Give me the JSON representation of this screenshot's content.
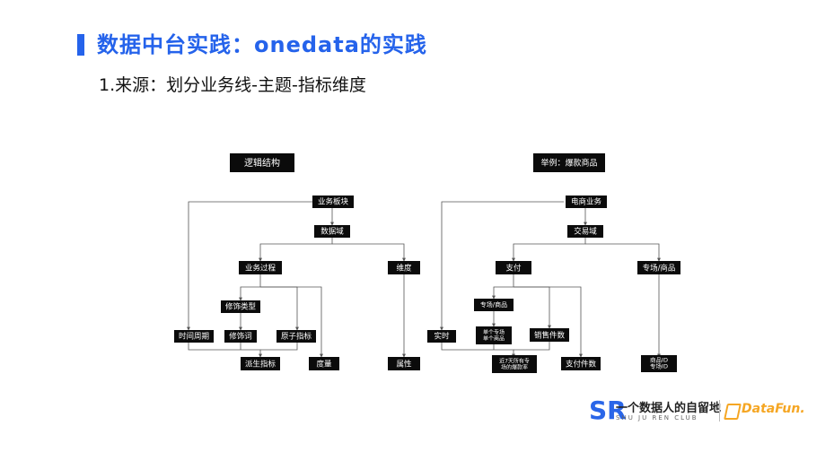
{
  "header": {
    "title": "数据中台实践：onedata的实践",
    "subtitle": "1.来源：划分业务线-主题-指标维度"
  },
  "left_diagram": {
    "heading": "逻辑结构",
    "nodes": {
      "business": "业务板块",
      "domain": "数据域",
      "process": "业务过程",
      "dimension": "维度",
      "modifier_type": "修饰类型",
      "time_period": "时间周期",
      "modifier": "修饰词",
      "atomic": "原子指标",
      "derived": "派生指标",
      "measure": "度量",
      "attribute": "属性"
    }
  },
  "right_diagram": {
    "heading": "举例：爆款商品",
    "nodes": {
      "business": "电商业务",
      "domain": "交易域",
      "pay": "支付",
      "store_product": "专场/商品",
      "modtype": "专场/商品",
      "realtime": "实时",
      "single": "单个专场\n单个商品",
      "sales": "销售件数",
      "derived": "近7天所有专\n场的爆款率",
      "pay_count": "支付件数",
      "product_id": "商品ID\n专场ID"
    }
  },
  "footer": {
    "logo_mark": "SR",
    "logo_cn": "一个数据人的自留地",
    "logo_en": "SHU JU REN CLUB",
    "partner": "DataFun."
  },
  "colors": {
    "accent": "#2563eb",
    "node": "#0b0b0b",
    "partner": "#f5a623"
  }
}
